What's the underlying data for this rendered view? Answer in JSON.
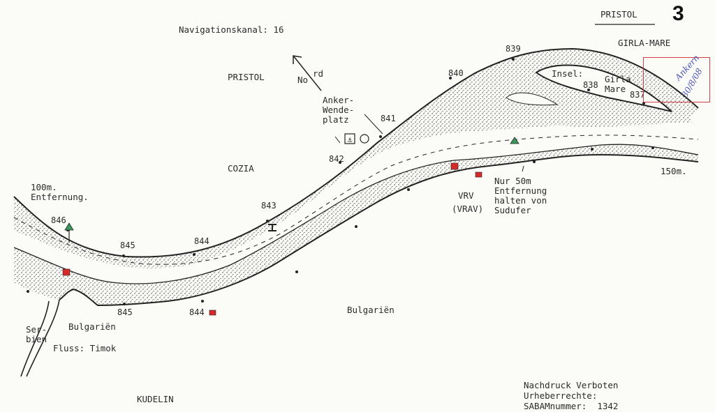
{
  "header": {
    "chart_place": "PRISTOL",
    "page_number": "3",
    "navigation_channel": "Navigationskanal: 16"
  },
  "places": {
    "pristol": "PRISTOL",
    "cozia": "COZIA",
    "girla_mare": "GIRLA-MARE",
    "bulgarien_bank": "Bulgariën",
    "bulgarien_left": "Bulgariën",
    "serbien": "Ser-\nbien",
    "river_timok": "Fluss: Timok",
    "kudelin": "KUDELIN"
  },
  "north": {
    "no": "No",
    "rd": "rd"
  },
  "annotations": {
    "anchor_turn": "Anker-\nWende-\nplatz",
    "island": "Insel:",
    "island_name": "Girla\nMare",
    "vrv": "VRV",
    "vrav": "(VRAV)",
    "keep_distance": "Nur 50m\nEntfernung\nhalten von\nSudufer",
    "dist_100": "100m.\nEntfernung.",
    "dist_150": "150m."
  },
  "km_markers": [
    "846",
    "845",
    "844",
    "843",
    "842",
    "841",
    "840",
    "839",
    "838",
    "837",
    "845",
    "844"
  ],
  "footer": {
    "line1": "Nachdruck Verboten",
    "line2": "Urheberrechte:",
    "line3": "SABAMnummer:  1342"
  },
  "handwriting": {
    "word": "Ankern",
    "date": "30/8/08"
  },
  "colors": {
    "ink": "#222222",
    "red_marker": "#d42a2a",
    "green_buoy": "#3a9a5a",
    "handwriting": "#4a55b8",
    "box": "#d04040"
  }
}
